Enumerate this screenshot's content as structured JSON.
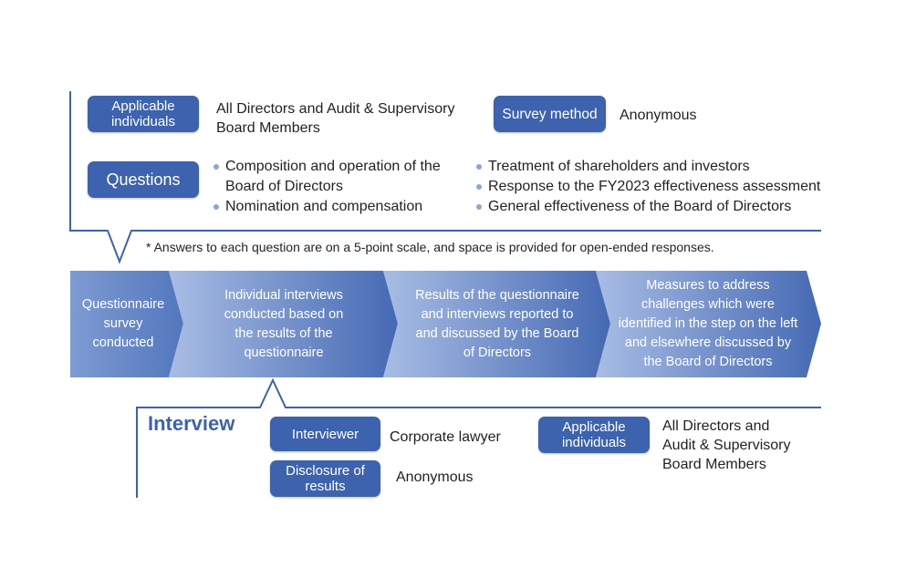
{
  "survey": {
    "applicable_label": "Applicable individuals",
    "applicable_value_lines": [
      "All Directors and Audit & Supervisory",
      "Board Members"
    ],
    "method_label": "Survey method",
    "method_value": "Anonymous",
    "questions_label": "Questions",
    "questions_left": [
      [
        "Composition and operation of the",
        "Board of Directors"
      ],
      [
        "Nomination and compensation"
      ]
    ],
    "questions_right": [
      [
        "Treatment of shareholders and investors"
      ],
      [
        "Response to the FY2023 effectiveness assessment"
      ],
      [
        "General effectiveness of the Board of Directors"
      ]
    ],
    "note": "* Answers to each question are on a 5-point scale, and space is provided for open-ended responses."
  },
  "process": {
    "steps": [
      [
        "Questionnaire",
        "survey",
        "conducted"
      ],
      [
        "Individual interviews",
        "conducted based on",
        "the results of the",
        "questionnaire"
      ],
      [
        "Results of the questionnaire",
        "and interviews reported to",
        "and discussed by the Board",
        "of Directors"
      ],
      [
        "Measures to address",
        "challenges which were",
        "identified in the step on the left",
        "and elsewhere discussed by",
        "the Board of Directors"
      ]
    ]
  },
  "interview": {
    "title": "Interview",
    "interviewer_label": "Interviewer",
    "interviewer_value": "Corporate lawyer",
    "disclosure_label": "Disclosure of results",
    "disclosure_value": "Anonymous",
    "applicable_label": "Applicable individuals",
    "applicable_value_lines": [
      "All Directors and",
      "Audit & Supervisory",
      "Board Members"
    ]
  },
  "colors": {
    "accent": "#3d62ae",
    "bullet": "#8aa6d6",
    "line": "#3d62ae"
  }
}
